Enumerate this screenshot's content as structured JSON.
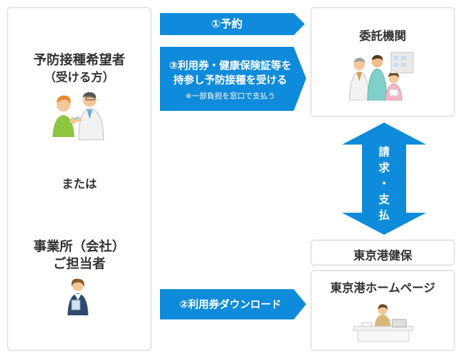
{
  "left": {
    "title_line1": "予防接種希望者",
    "title_line2": "（受ける方）",
    "or": "または",
    "company_line1": "事業所（会社）",
    "company_line2": "ご担当者"
  },
  "arrows": {
    "reserve": "①予約",
    "bring_line1": "③利用券・健康保険証等を",
    "bring_line2": "持参し予防接種を受ける",
    "bring_note": "※一部負担を窓口で支払う",
    "download": "②利用券ダウンロード",
    "billing": [
      "請",
      "求",
      "・",
      "支",
      "払"
    ]
  },
  "right": {
    "institution": "委託機関",
    "insurer": "東京港健保",
    "homepage": "東京港ホームページ"
  },
  "colors": {
    "accent": "#0f8bdb",
    "border": "#e6e6e6",
    "text": "#333333"
  }
}
